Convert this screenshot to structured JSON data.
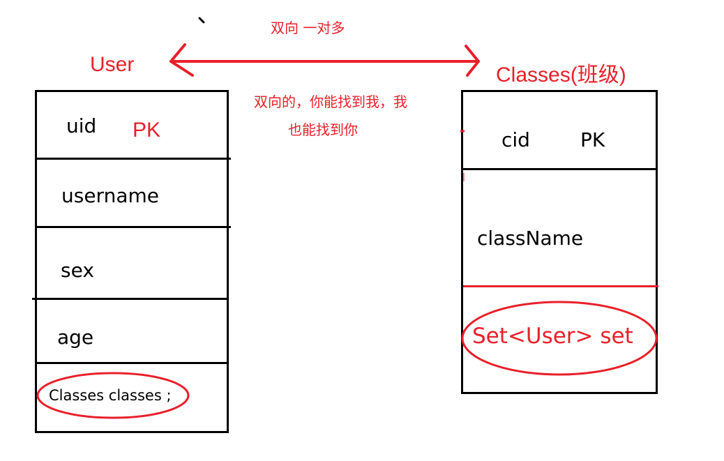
{
  "relationship": {
    "title": "双向 一对多",
    "description_line1": "双向的，你能找到我，我",
    "description_line2": "也能找到你"
  },
  "user_entity": {
    "name": "User",
    "fields": [
      {
        "name": "uid",
        "tag": "PK"
      },
      {
        "name": "username"
      },
      {
        "name": "sex"
      },
      {
        "name": "age"
      },
      {
        "name": "Classes classes ;"
      }
    ]
  },
  "classes_entity": {
    "name": "Classes(班级)",
    "fields": [
      {
        "name": "cid",
        "tag": "PK"
      },
      {
        "name": "className"
      },
      {
        "name": "Set<User> set"
      }
    ]
  },
  "colors": {
    "annotation": "#e8202a",
    "outline": "#000000"
  }
}
